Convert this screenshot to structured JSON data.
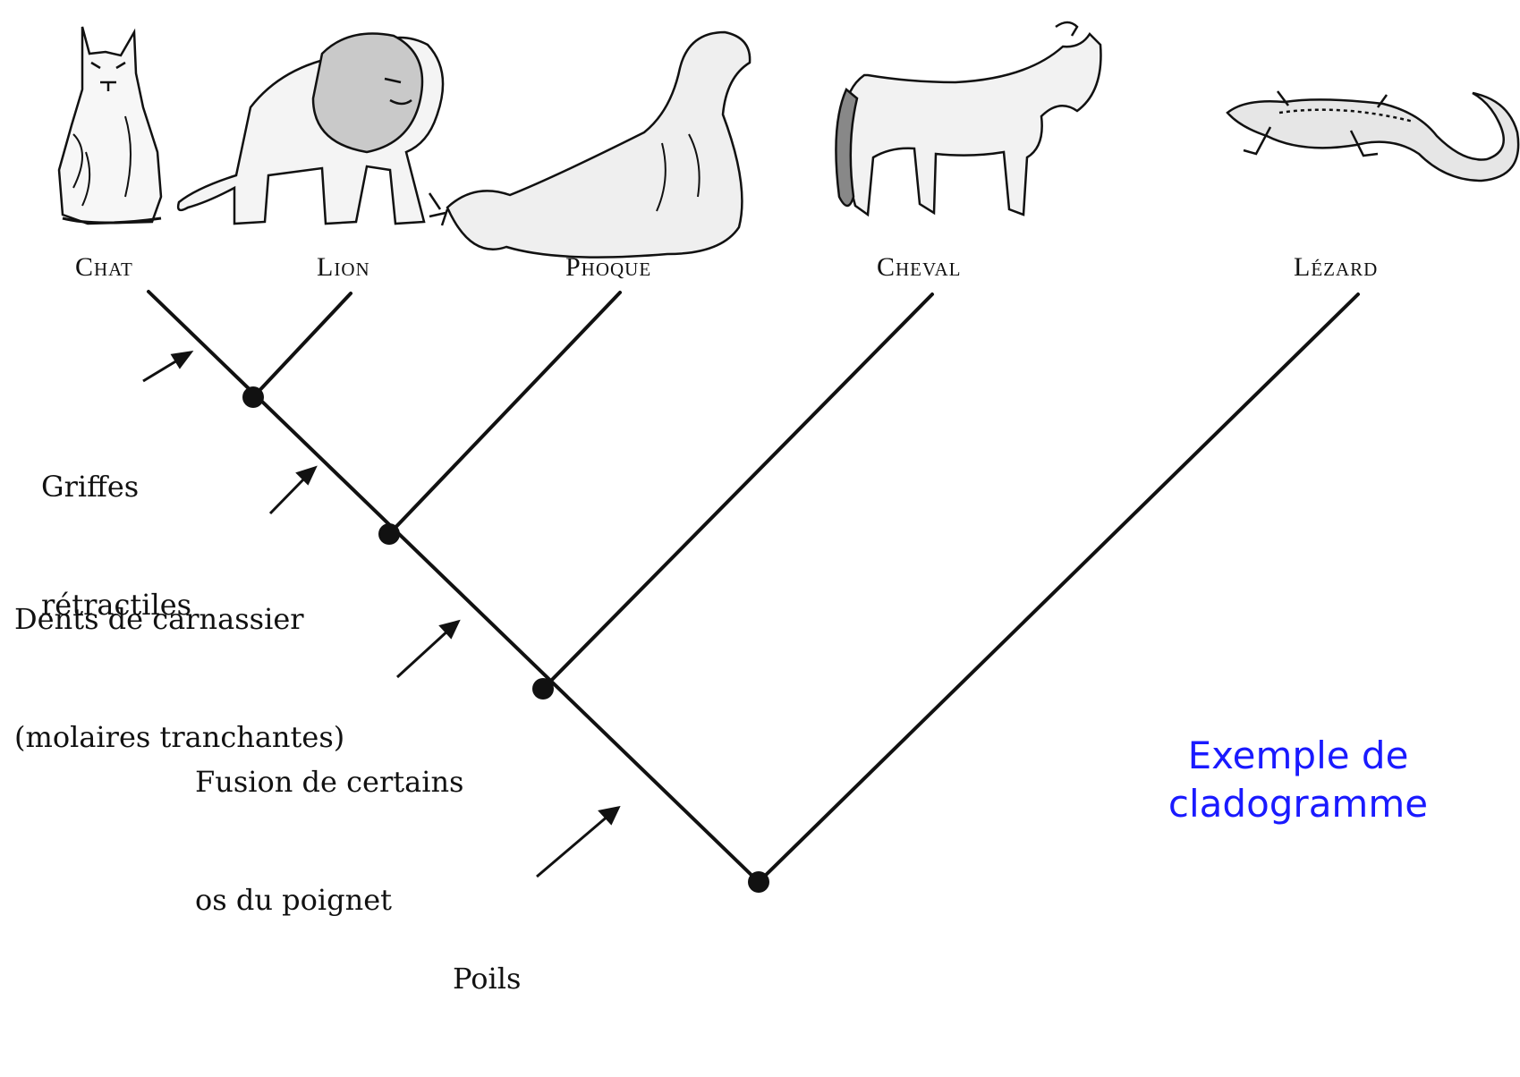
{
  "diagram": {
    "taxa": [
      {
        "id": "chat",
        "label": "Chat",
        "icon": "cat-icon"
      },
      {
        "id": "lion",
        "label": "Lion",
        "icon": "lion-icon"
      },
      {
        "id": "phoque",
        "label": "Phoque",
        "icon": "seal-icon"
      },
      {
        "id": "cheval",
        "label": "Cheval",
        "icon": "horse-icon"
      },
      {
        "id": "lezard",
        "label": "Lézard",
        "icon": "lizard-icon"
      }
    ],
    "traits": [
      {
        "id": "griffes",
        "lines": [
          "Griffes",
          "rétractiles"
        ]
      },
      {
        "id": "dents",
        "lines": [
          "Dents de carnassier",
          "(molaires tranchantes)"
        ]
      },
      {
        "id": "fusion",
        "lines": [
          "Fusion de certains",
          "os du poignet"
        ]
      },
      {
        "id": "poils",
        "lines": [
          "Poils"
        ]
      }
    ],
    "caption_lines": [
      "Exemple de",
      "cladogramme"
    ],
    "colors": {
      "caption": "#1a1aff",
      "lines": "#111111"
    }
  }
}
